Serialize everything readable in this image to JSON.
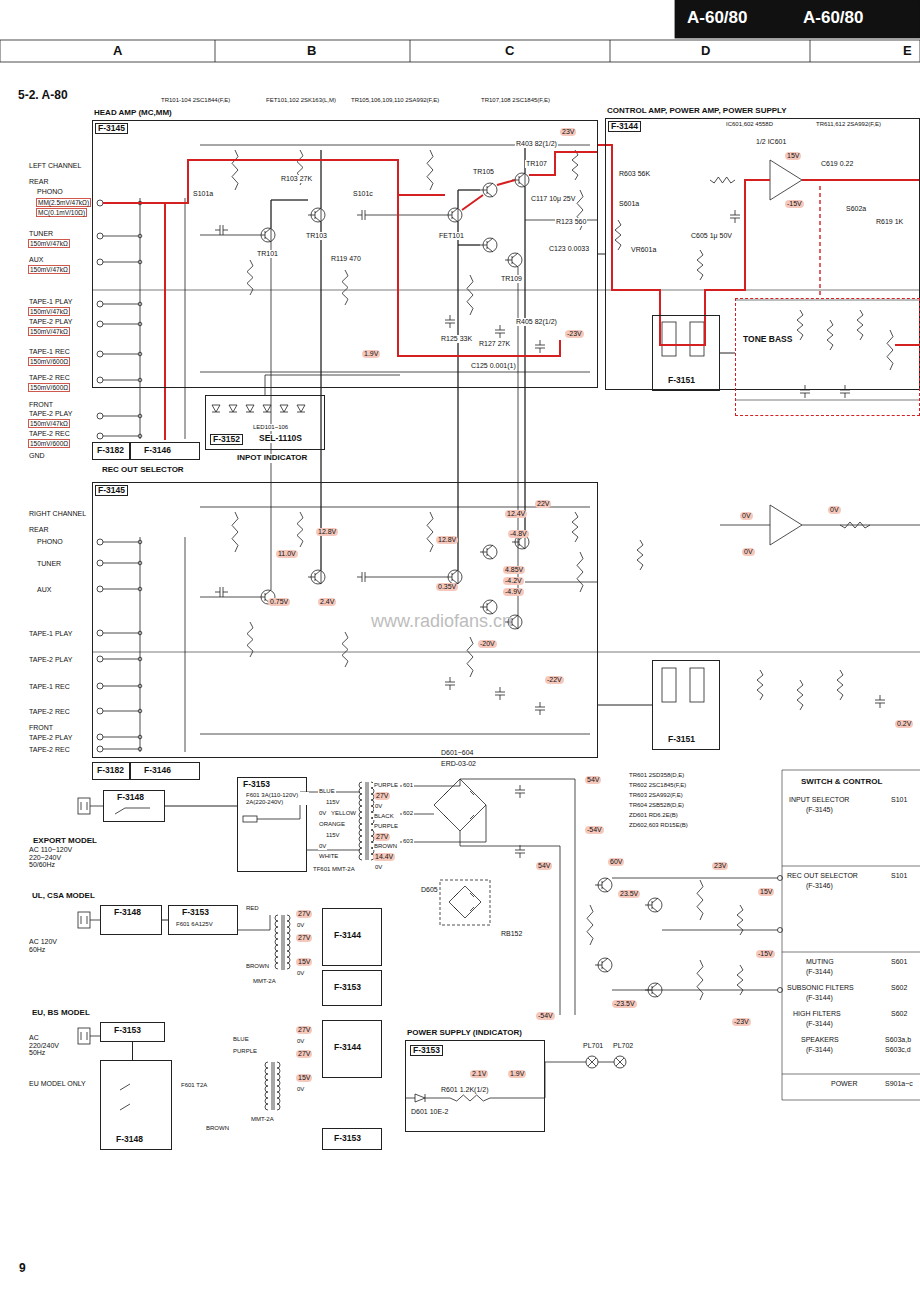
{
  "diagram": {
    "title": "5-2. A-80",
    "nodes": [
      {
        "text": [
          "HEAD AMP (MC,MM)",
          "F-3145"
        ]
      },
      {
        "text": [
          "F-3182"
        ]
      },
      {
        "text": [
          "F-3146",
          "REC OUT SELECTOR"
        ]
      },
      {
        "text": [
          "F-3152",
          "SEL-1110S",
          "INPOT INDICATOR"
        ]
      },
      {
        "text": [
          "CONTROL AMP, POWER AMP, POWER SUPPLY",
          "F-3144"
        ]
      },
      {
        "text": [
          "F-3151"
        ],
        "in": 4
      },
      {
        "text": [
          "TONE BASS"
        ],
        "in": 4
      },
      {
        "text": [
          "F-3145"
        ]
      },
      {
        "text": [
          "F-3182"
        ]
      },
      {
        "text": [
          "F-3146"
        ]
      },
      {
        "text": [
          "F-3151"
        ]
      },
      {
        "text": [
          "F-3148",
          "EXPORT MODEL"
        ]
      },
      {
        "text": [
          "F-3153"
        ]
      },
      {
        "text": [
          "F-3148",
          "UL, CSA MODEL"
        ]
      },
      {
        "text": [
          "F-3153"
        ]
      },
      {
        "text": [
          "F-3144"
        ]
      },
      {
        "text": [
          "F-3153"
        ]
      },
      {
        "text": [
          "F-3153",
          "EU, BS MODEL"
        ]
      },
      {
        "text": [
          "F-3148"
        ]
      },
      {
        "text": [
          "F-3144"
        ]
      },
      {
        "text": [
          "F-3153"
        ]
      },
      {
        "text": [
          "POWER SUPPLY (INDICATOR)",
          "F-3153"
        ]
      }
    ],
    "edges": [
      {
        "from": 0,
        "to": 4,
        "arrow": "none"
      },
      {
        "from": 5,
        "to": 6,
        "arrow": "none"
      },
      {
        "from": 7,
        "to": 10,
        "arrow": "none"
      },
      {
        "from": 11,
        "to": 12,
        "arrow": "none"
      },
      {
        "from": 13,
        "to": 14,
        "arrow": "none"
      },
      {
        "from": 17,
        "to": 18,
        "arrow": "none"
      }
    ],
    "labels": [
      "A-60/80",
      "A-60/80",
      "A",
      "B",
      "C",
      "D",
      "E",
      "9",
      "LEFT CHANNEL",
      "REAR",
      "PHONO",
      "MM(2.5mV/47kΩ)",
      "MC(0.1mV/10Ω)",
      "TUNER",
      "150mV/47kΩ",
      "AUX",
      "150mV/47kΩ",
      "TAPE-1 PLAY",
      "150mV/47kΩ",
      "TAPE-2 PLAY",
      "150mV/47kΩ",
      "TAPE-1 REC",
      "150mV/600Ω",
      "TAPE-2 REC",
      "150mV/600Ω",
      "FRONT",
      "TAPE-2 PLAY",
      "150mV/47kΩ",
      "TAPE-2 REC",
      "150mV/600Ω",
      "GND",
      "TR101-104 2SC1844(F,E)",
      "FET101,102 2SK163(L,M)",
      "TR105,106,109,110 2SA992(F,E)",
      "TR107,108 2SC1845(F,E)",
      "IC601,602 4558D",
      "TR611,612 2SA992(F,E)",
      "TR101",
      "TR103",
      "FET101",
      "TR105",
      "TR107",
      "TR109",
      "R403 82(1/2)",
      "R405 82(1/2)",
      "23V",
      "-23V",
      "1.9V",
      "S101a",
      "S101c",
      "R103 27K",
      "C117 10μ 25V",
      "R123 560",
      "C123 0.0033",
      "R119 470",
      "C125 0.001(1)",
      "R125 33K",
      "R127 27K",
      "R603 56K",
      "S601a",
      "VR601a",
      "C605 1μ 50V",
      "15V",
      "-15V",
      "C619 0.22",
      "S602a",
      "R619 1K",
      "1/2 IC601",
      "RIGHT CHANNEL",
      "REAR",
      "PHONO",
      "TUNER",
      "AUX",
      "TAPE-1 PLAY",
      "TAPE-2 PLAY",
      "TAPE-1 REC",
      "TAPE-2 REC",
      "FRONT",
      "TAPE-2 PLAY",
      "TAPE-2 REC",
      "12.8V",
      "11.0V",
      "0.75V",
      "2.4V",
      "12.8V",
      "12.4V",
      "22V",
      "-4.8V",
      "0.35V",
      "4.85V",
      "-4.2V",
      "-4.9V",
      "-20V",
      "-22V",
      "0V",
      "0V",
      "0V",
      "0.2V",
      "www.radiofans.cn",
      "AC 110~120V 220~240V 50/60Hz",
      "AC 120V 60Hz",
      "AC 220/240V 50Hz",
      "EU MODEL ONLY",
      "ERD-03-02",
      "D601~604",
      "RB152",
      "D605",
      "54V",
      "-54V",
      "54V",
      "60V",
      "23V",
      "23.5V",
      "-23.5V",
      "-54V",
      "-23V",
      "15V",
      "-15V",
      "TR601 2SD358(D,E)",
      "TR602 2SC1845(F,E)",
      "TR603 2SA992(F,E)",
      "TR604 2SB528(D,E)",
      "ZD601 RD6.2E(B)",
      "ZD602,603 RD15E(B)",
      "BLUE",
      "115V",
      "0V",
      "YELLOW",
      "ORANGE",
      "115V",
      "0V",
      "WHITE",
      "PURPLE",
      "27V",
      "0V",
      "BLACK",
      "PURPLE",
      "27V",
      "BROWN",
      "14.4V",
      "0V",
      "TF601 MMT-2A",
      "601",
      "602",
      "603",
      "F601 3A(110-120V) 2A(220-240V)",
      "F601 6A125V",
      "RED",
      "BROWN",
      "MMT-2A",
      "27V",
      "0V",
      "27V",
      "15V",
      "0V",
      "BLUE",
      "PURPLE",
      "BROWN",
      "MMT-2A",
      "F601 T2A",
      "27V",
      "0V",
      "27V",
      "15V",
      "0V",
      "D601 10E-2",
      "R601 1.2K(1/2)",
      "2.1V",
      "1.9V",
      "PL701",
      "PL702",
      "SWITCH & CONTROL",
      "INPUT SELECTOR",
      "(F-3145)",
      "S101",
      "REC OUT SELECTOR",
      "(F-3146)",
      "S101",
      "MUTING",
      "(F-3144)",
      "S601",
      "SUBSONIC FILTERS",
      "(F-3144)",
      "S602",
      "HIGH FILTERS",
      "(F-3144)",
      "S602",
      "SPEAKERS",
      "(F-3144)",
      "S603a,b",
      "S603c,d",
      "POWER",
      "S901a~c",
      "LED101~106"
    ]
  }
}
